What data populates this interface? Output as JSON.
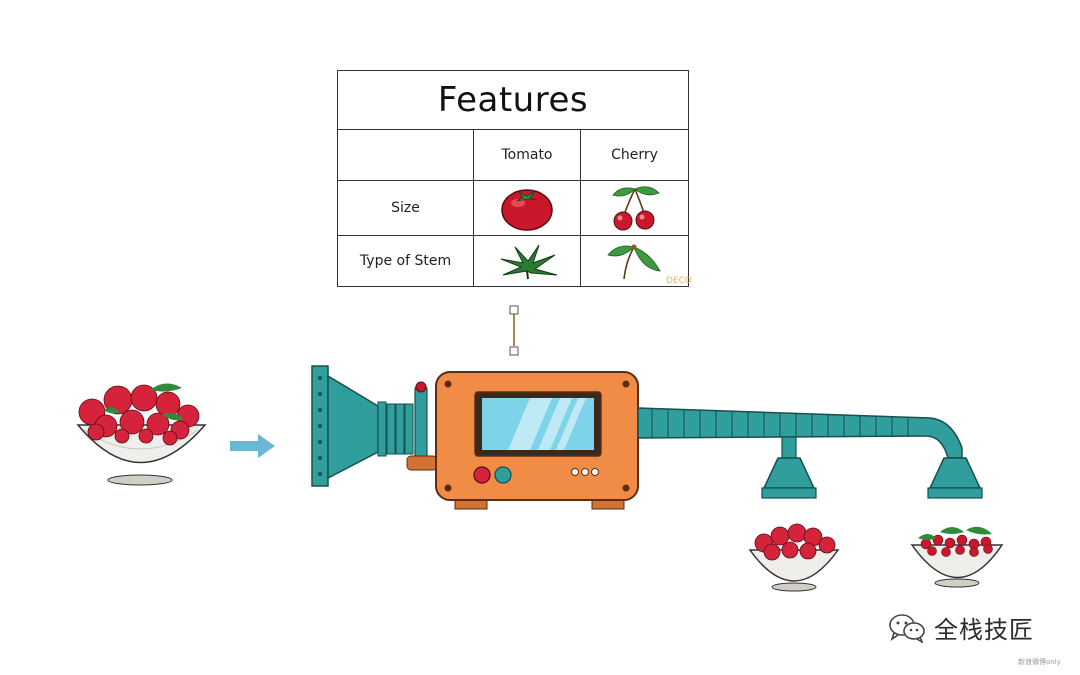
{
  "table": {
    "title": "Features",
    "columns": [
      "Tomato",
      "Cherry"
    ],
    "rows": [
      {
        "label": "Size",
        "tomato_icon": "tomato-icon",
        "cherry_icon": "cherries-icon"
      },
      {
        "label": "Type of Stem",
        "tomato_icon": "tomato-stem-icon",
        "cherry_icon": "cherry-stem-icon"
      }
    ]
  },
  "watermark_small": "DECO",
  "brand": {
    "label": "全栈技匠",
    "icon": "wechat-icon",
    "credit": "新浪微博only"
  },
  "colors": {
    "machine_body": "#f08c45",
    "machine_pipe": "#2f9e9c",
    "screen": "#7fd3e8",
    "arrow": "#6bb7d6",
    "fruit_red": "#d6233c",
    "leaf_green": "#2f8a3a",
    "bowl": "#efeeea"
  }
}
